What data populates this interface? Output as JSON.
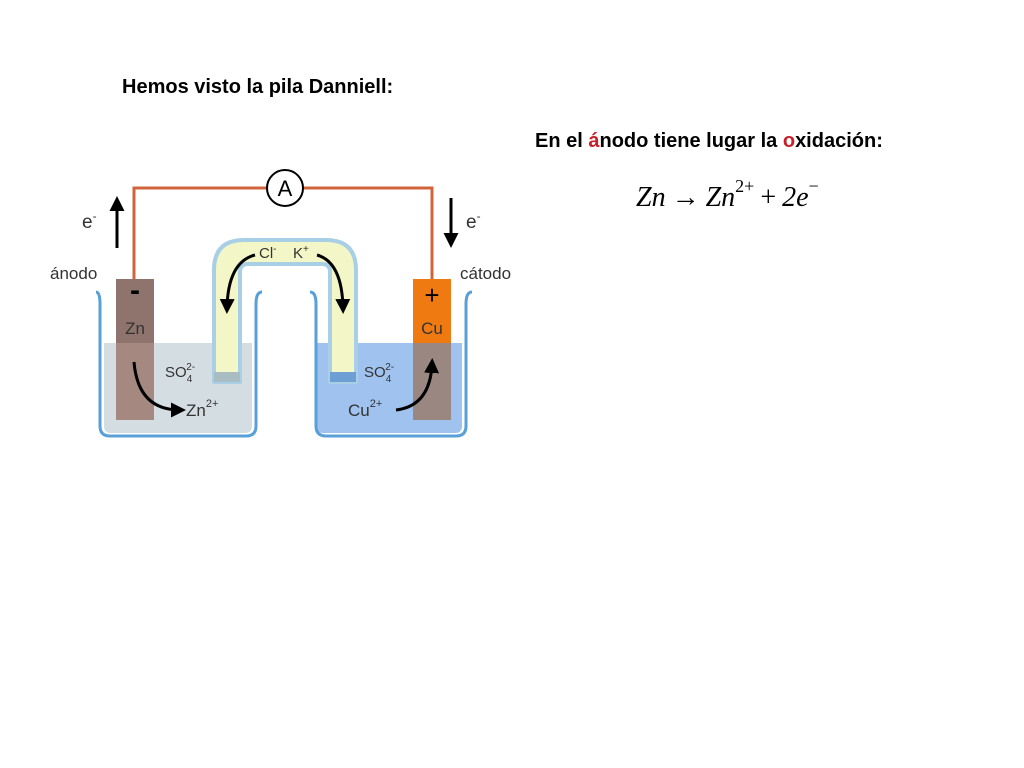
{
  "title": "Hemos visto la pila Danniell:",
  "subtitle": {
    "part1": "En el ",
    "hl1": "á",
    "part2": "nodo tiene lugar la ",
    "hl2": "o",
    "part3": "xidación:"
  },
  "equation": {
    "reactant": "Zn",
    "arrow": "→",
    "product": "Zn",
    "product_charge": "2+",
    "plus": "+",
    "electrons": "2e",
    "electron_charge": "−"
  },
  "diagram": {
    "ammeter": "A",
    "electron_left": "e",
    "electron_right": "e",
    "electron_sup": "-",
    "anode_label": "ánodo",
    "cathode_label": "cátodo",
    "anode_sign": "-",
    "cathode_sign": "+",
    "anode_metal": "Zn",
    "cathode_metal": "Cu",
    "salt_bridge_anion": "Cl",
    "salt_bridge_anion_sup": "-",
    "salt_bridge_cation": "K",
    "salt_bridge_cation_sup": "+",
    "sulfate_left": "SO",
    "sulfate_right": "SO",
    "sulfate_sub": "4",
    "sulfate_sup": "2-",
    "zinc_ion": "Zn",
    "zinc_ion_sup": "2+",
    "copper_ion": "Cu",
    "copper_ion_sup": "2+",
    "colors": {
      "wire": "#d2643c",
      "zinc_electrode": "#a58880",
      "copper_electrode": "#f07a12",
      "left_solution": "#d3dde2",
      "right_solution": "#9fc2ef",
      "beaker": "#5aa0d8",
      "salt_bridge_fill": "#f3f6c6",
      "salt_bridge_border": "#a8cfe6"
    }
  }
}
